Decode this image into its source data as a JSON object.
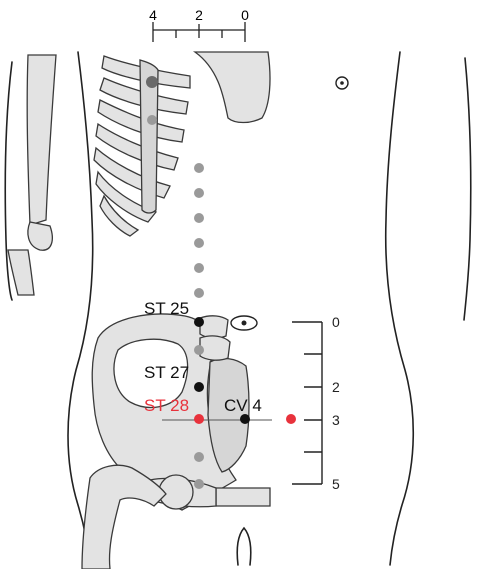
{
  "top_scale": {
    "ticks": [
      "4",
      "2",
      "0"
    ]
  },
  "points": {
    "st25": "ST 25",
    "st27": "ST 27",
    "st28": "ST 28",
    "cv4": "CV 4"
  },
  "side_scale": {
    "ticks": [
      "0",
      "2",
      "3",
      "5"
    ]
  },
  "colors": {
    "bone_fill": "#e3e3e3",
    "bone_stroke": "#3a3a3a",
    "body_outline": "#222222",
    "point_black": "#111111",
    "point_red": "#e8323c",
    "meridian_grey": "#9a9a9a"
  }
}
